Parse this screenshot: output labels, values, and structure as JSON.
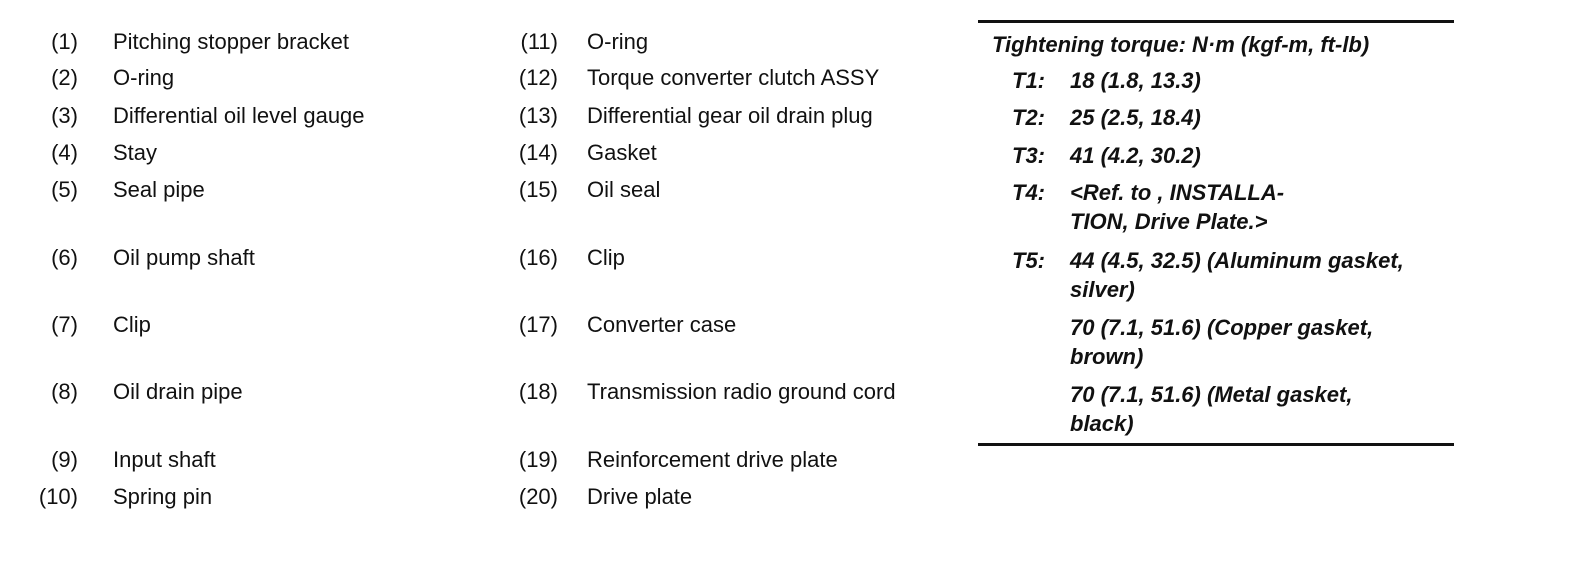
{
  "parts": {
    "col1": [
      {
        "num": "(1)",
        "name": "Pitching stopper bracket"
      },
      {
        "num": "(2)",
        "name": "O-ring"
      },
      {
        "num": "(3)",
        "name": "Differential oil level gauge"
      },
      {
        "num": "(4)",
        "name": "Stay"
      },
      {
        "num": "(5)",
        "name": "Seal pipe"
      },
      {
        "num": "(6)",
        "name": "Oil pump shaft"
      },
      {
        "num": "(7)",
        "name": "Clip"
      },
      {
        "num": "(8)",
        "name": "Oil drain pipe"
      },
      {
        "num": "(9)",
        "name": "Input shaft"
      },
      {
        "num": "(10)",
        "name": "Spring pin"
      }
    ],
    "col2": [
      {
        "num": "(11)",
        "name": "O-ring"
      },
      {
        "num": "(12)",
        "name": "Torque converter clutch ASSY"
      },
      {
        "num": "(13)",
        "name": "Differential gear oil drain plug"
      },
      {
        "num": "(14)",
        "name": "Gasket"
      },
      {
        "num": "(15)",
        "name": "Oil seal"
      },
      {
        "num": "(16)",
        "name": "Clip"
      },
      {
        "num": "(17)",
        "name": "Converter case"
      },
      {
        "num": "(18)",
        "name": "Transmission radio ground cord"
      },
      {
        "num": "(19)",
        "name": "Reinforcement drive plate"
      },
      {
        "num": "(20)",
        "name": "Drive plate"
      }
    ]
  },
  "torque": {
    "header": "Tightening torque: N·m (kgf-m, ft-lb)",
    "t1": {
      "label": "T1:",
      "value": "18 (1.8, 13.3)"
    },
    "t2": {
      "label": "T2:",
      "value": "25 (2.5, 18.4)"
    },
    "t3": {
      "label": "T3:",
      "value": "41 (4.2, 30.2)"
    },
    "t4": {
      "label": "T4:",
      "line1": "<Ref. to , INSTALLA-",
      "line2": "TION, Drive Plate.>"
    },
    "t5": {
      "label": "T5:",
      "a1": "44 (4.5, 32.5) (Aluminum gasket,",
      "a2": "silver)",
      "b1": "70 (7.1, 51.6) (Copper gasket,",
      "b2": "brown)",
      "c1": "70 (7.1, 51.6) (Metal gasket,",
      "c2": "black)"
    }
  }
}
